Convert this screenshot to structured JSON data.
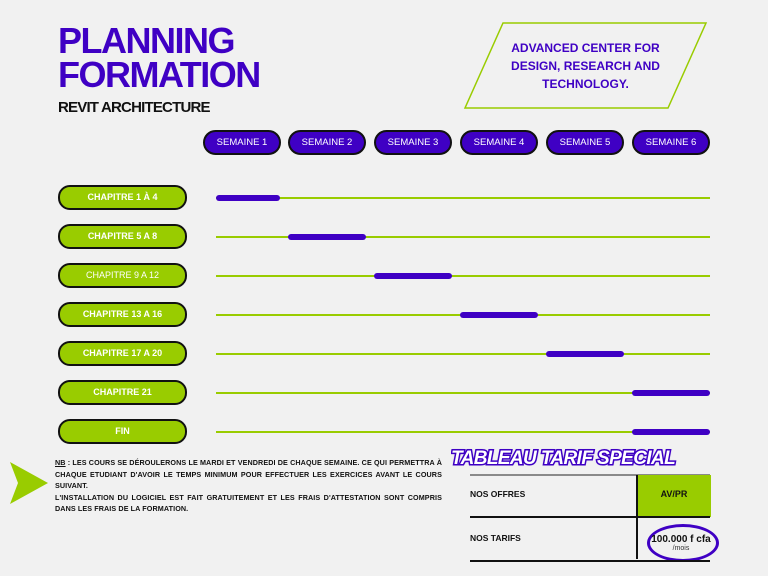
{
  "header": {
    "title_line1": "PLANNING",
    "title_line2": "FORMATION",
    "subtitle": "REVIT ARCHITECTURE"
  },
  "organization": {
    "line1": "ADVANCED CENTER FOR",
    "line2": "DESIGN, RESEARCH AND",
    "line3": "TECHNOLOGY."
  },
  "weeks": [
    "SEMAINE 1",
    "SEMAINE 2",
    "SEMAINE 3",
    "SEMAINE 4",
    "SEMAINE 5",
    "SEMAINE 6"
  ],
  "chapters": [
    {
      "label": "CHAPITRE 1 À 4",
      "week": 1
    },
    {
      "label": "CHAPITRE 5 A 8",
      "week": 2
    },
    {
      "label": "CHAPITRE 9 A 12",
      "week": 3
    },
    {
      "label": "CHAPITRE 13 A 16",
      "week": 4
    },
    {
      "label": "CHAPITRE 17 A 20",
      "week": 5
    },
    {
      "label": "CHAPITRE 21",
      "week": 6
    },
    {
      "label": "FIN",
      "week": 6
    }
  ],
  "note": {
    "prefix": "NB",
    "text1": " : LES COURS SE DÉROULERONS LE MARDI ET VENDREDI DE CHAQUE SEMAINE. CE QUI PERMETTRA À CHAQUE ETUDIANT D'AVOIR LE TEMPS MINIMUM POUR EFFECTUER LES EXERCICES AVANT LE COURS SUIVANT.",
    "text2": "L'INSTALLATION DU LOGICIEL EST FAIT GRATUITEMENT ET LES FRAIS D'ATTESTATION SONT COMPRIS DANS LES FRAIS DE LA FORMATION."
  },
  "tarif": {
    "title": "TABLEAU TARIF SPECIAL",
    "row1_label": "NOS OFFRES",
    "row1_value": "AV/PR",
    "row2_label": "NOS TARIFS",
    "row2_value": "100.000 f cfa",
    "row2_unit": "/mois"
  },
  "colors": {
    "primary": "#3f00c4",
    "accent": "#99cc00",
    "background": "#f1f1f1"
  }
}
